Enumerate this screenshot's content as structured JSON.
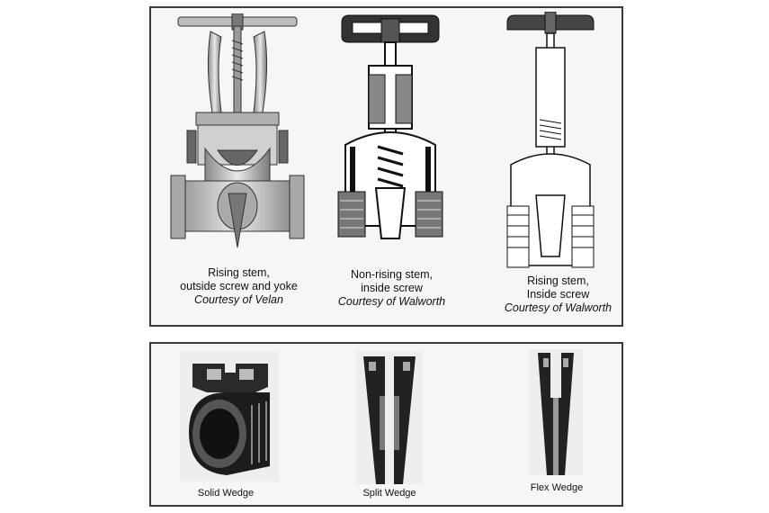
{
  "top_panel": {
    "valves": [
      {
        "line1": "Rising stem,",
        "line2": "outside screw and yoke",
        "courtesy": "Courtesy of Velan"
      },
      {
        "line1": "Non-rising stem,",
        "line2": "inside screw",
        "courtesy": "Courtesy of Walworth"
      },
      {
        "line1": "Rising stem,",
        "line2": "Inside screw",
        "courtesy": "Courtesy of Walworth"
      }
    ]
  },
  "bottom_panel": {
    "wedges": [
      {
        "label": "Solid Wedge"
      },
      {
        "label": "Split Wedge"
      },
      {
        "label": "Flex Wedge"
      }
    ]
  }
}
